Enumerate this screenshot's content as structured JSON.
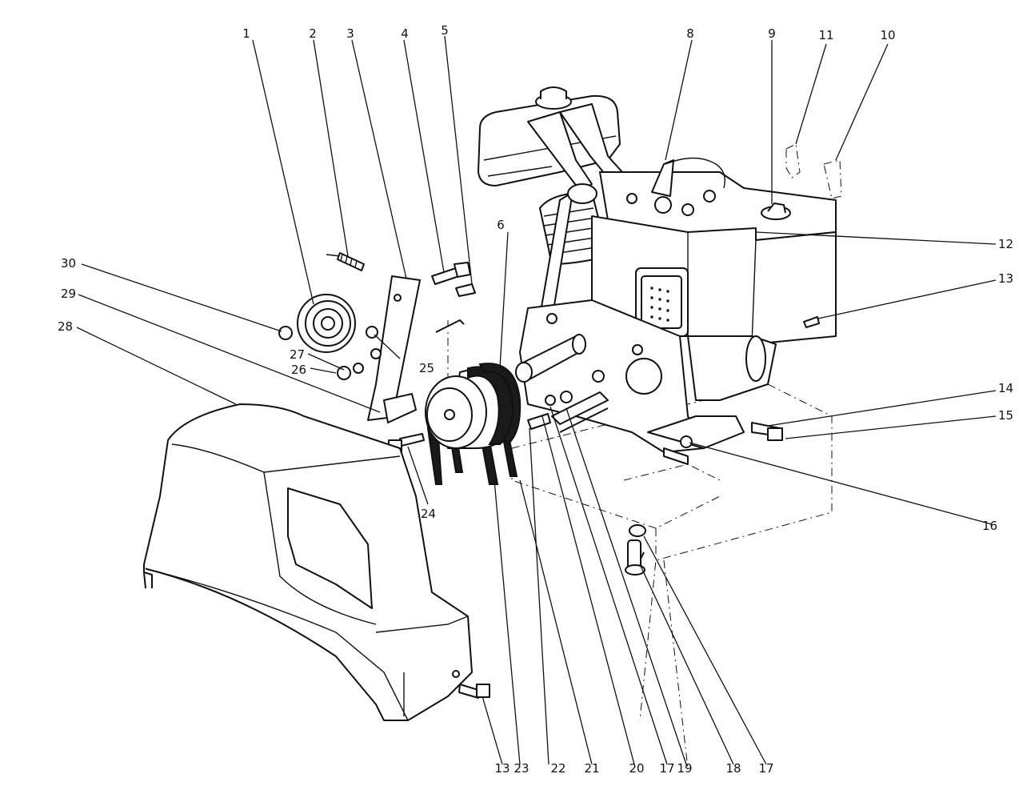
{
  "diagram": {
    "callouts": [
      "1",
      "2",
      "3",
      "4",
      "5",
      "6",
      "8",
      "9",
      "11",
      "10",
      "12",
      "13",
      "30",
      "29",
      "28",
      "27",
      "25",
      "26",
      "24",
      "14",
      "15",
      "16",
      "13",
      "23",
      "22",
      "21",
      "20",
      "17",
      "19",
      "18",
      "17"
    ]
  }
}
